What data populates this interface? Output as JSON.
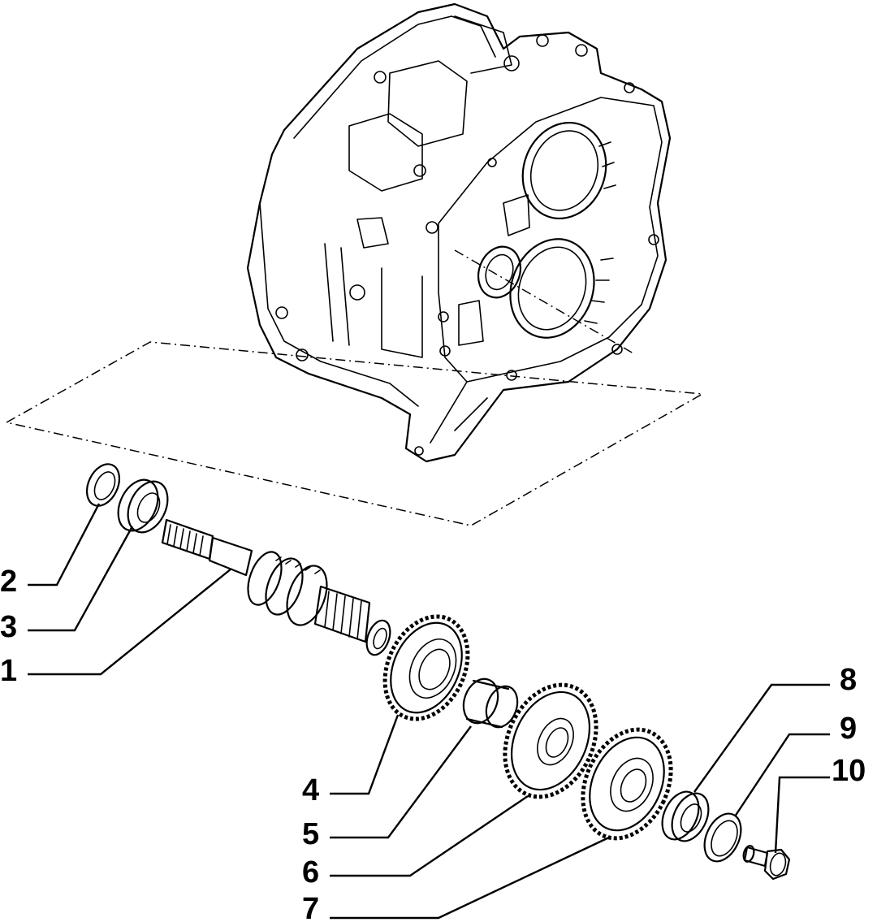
{
  "diagram": {
    "background": "#ffffff",
    "line_color": "#000000",
    "parts": [
      {
        "ref": "2",
        "icon": "seal-ring-icon"
      },
      {
        "ref": "3",
        "icon": "ball-bearing-icon"
      },
      {
        "ref": "1",
        "icon": "input-shaft-icon"
      },
      {
        "ref": "4",
        "icon": "gear-icon"
      },
      {
        "ref": "5",
        "icon": "sleeve-bushing-icon"
      },
      {
        "ref": "6",
        "icon": "gear-icon"
      },
      {
        "ref": "7",
        "icon": "gear-icon"
      },
      {
        "ref": "8",
        "icon": "bearing-icon"
      },
      {
        "ref": "9",
        "icon": "washer-icon"
      },
      {
        "ref": "10",
        "icon": "flange-bolt-icon"
      }
    ],
    "housing_icon": "gearbox-housing-icon"
  }
}
